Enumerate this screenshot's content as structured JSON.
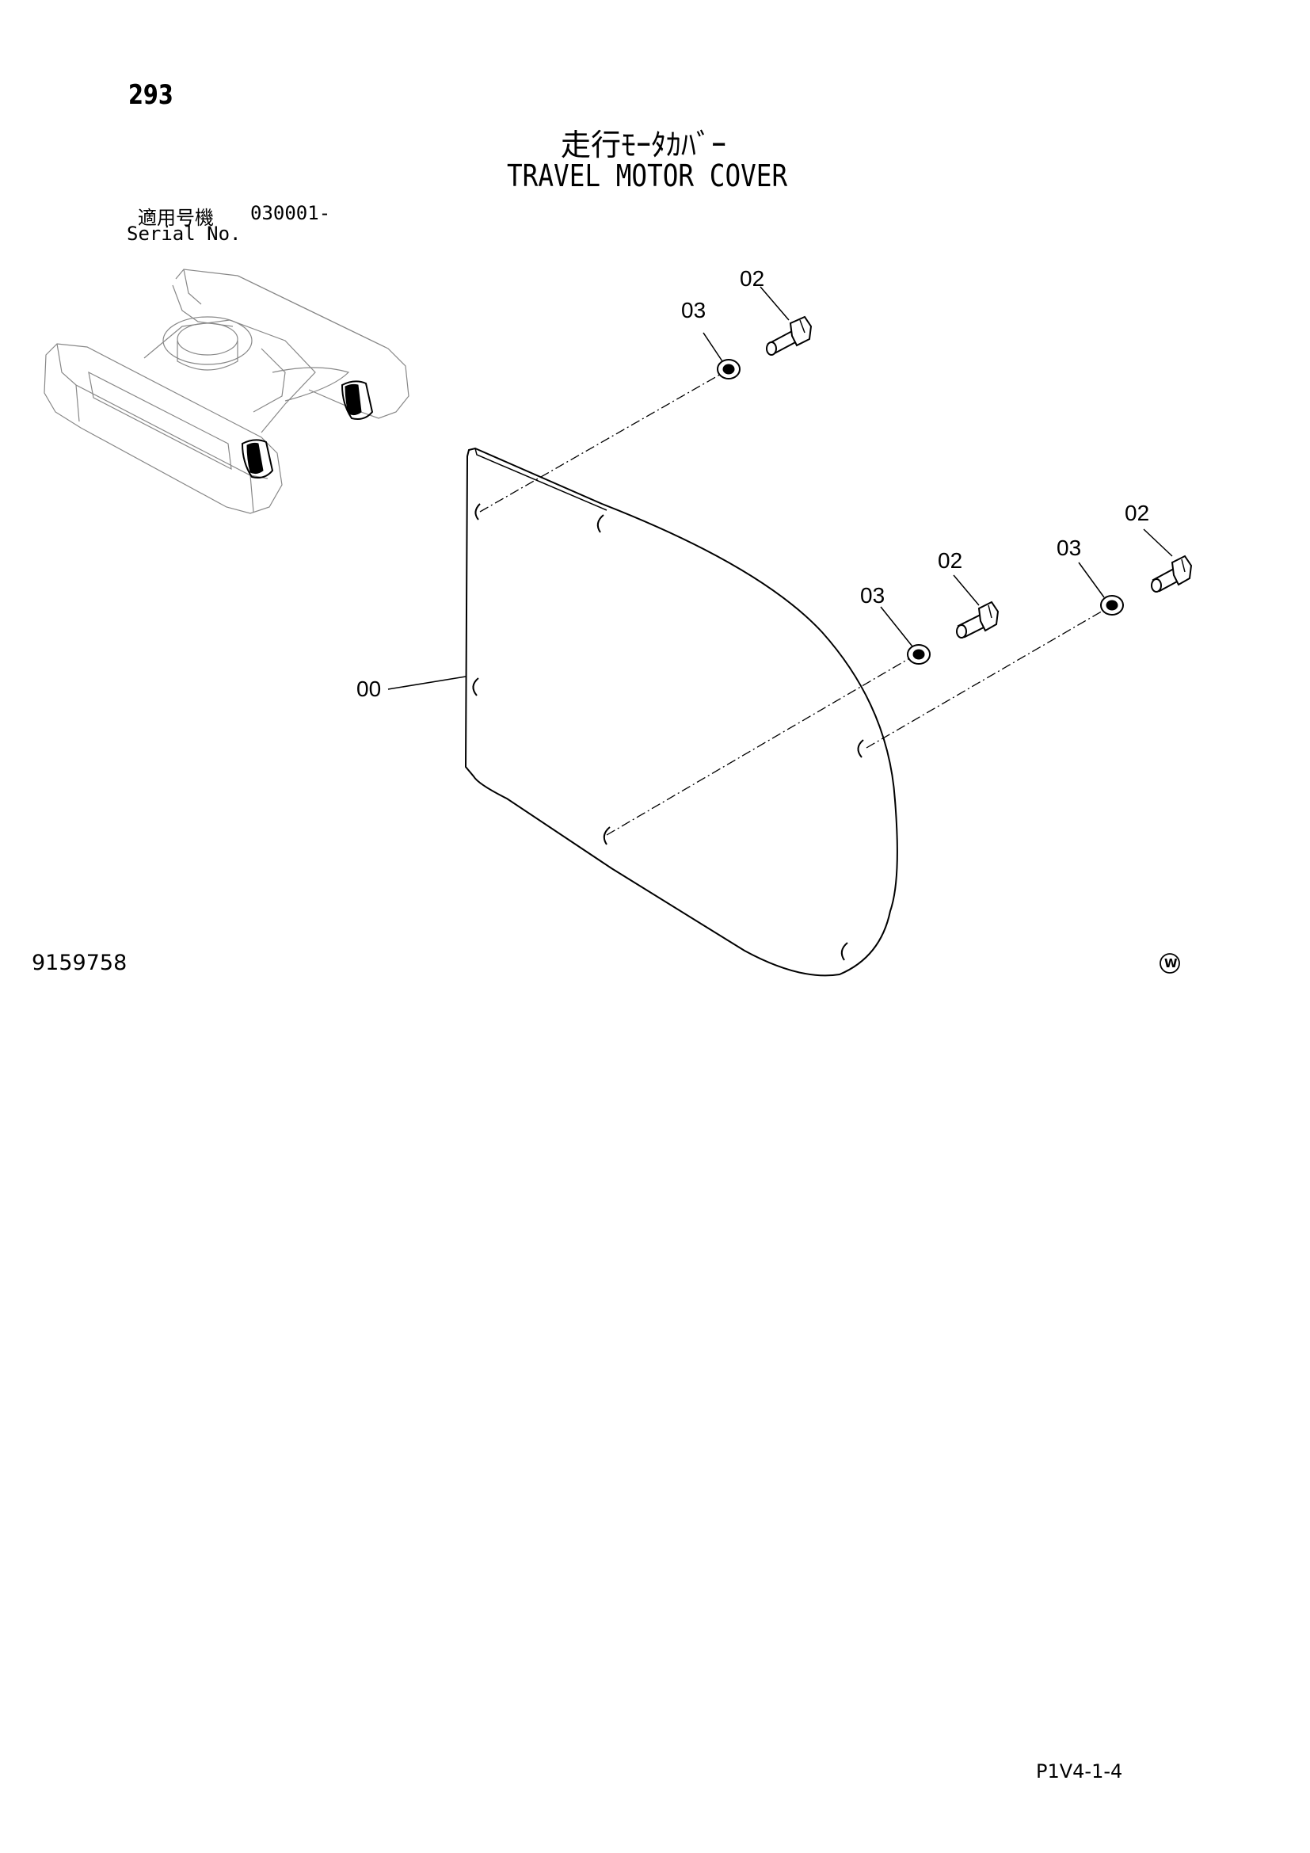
{
  "header": {
    "page_number": "293",
    "title_jp": "走行ﾓｰﾀｶﾊﾞｰ",
    "title_en": "TRAVEL MOTOR COVER"
  },
  "serial": {
    "label_jp": "適用号機",
    "value": "030001-",
    "label_en": "Serial No."
  },
  "callouts": {
    "cover": "00",
    "bolt_top": "02",
    "washer_top": "03",
    "bolt_middle": "02",
    "washer_middle": "03",
    "bolt_right": "02",
    "washer_right": "03"
  },
  "footer": {
    "drawing_number": "9159758",
    "mark": "W",
    "page_code": "P1V4-1-4"
  }
}
